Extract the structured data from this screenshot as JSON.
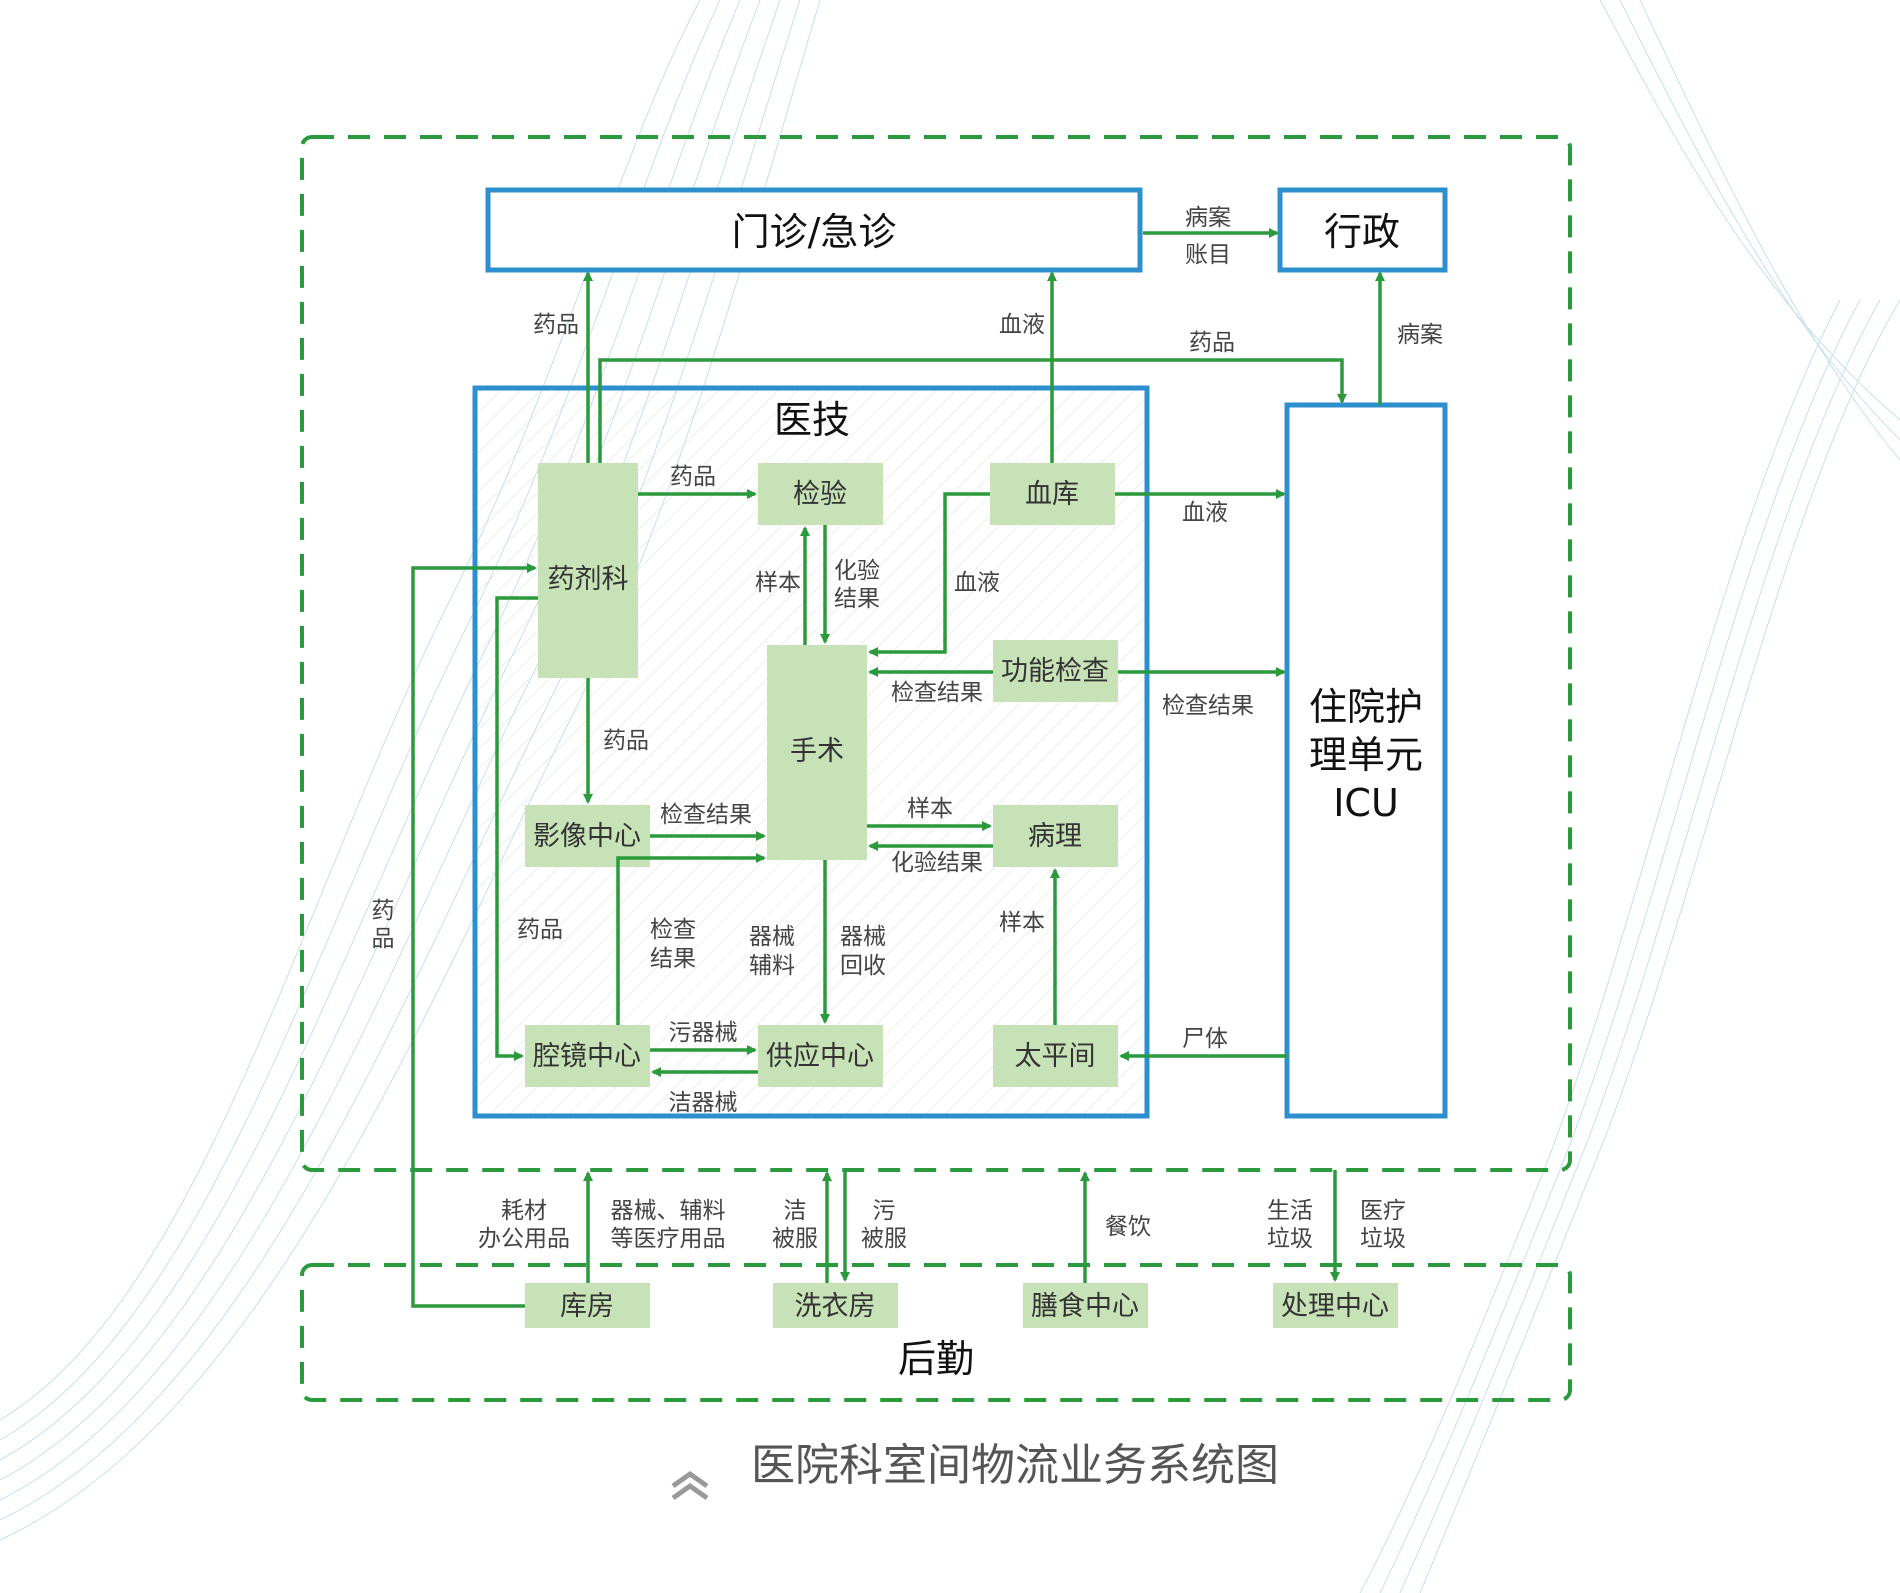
{
  "regions": {
    "hospital_dashed": "",
    "yiji": "医技",
    "houqin": "后勤"
  },
  "nodes": {
    "menzhen": "门诊/急诊",
    "xingzheng": "行政",
    "zhuyuan_line1": "住院护",
    "zhuyuan_line2": "理单元",
    "zhuyuan_line3": "ICU",
    "yaojike": "药剂科",
    "jianyan": "检验",
    "xueku": "血库",
    "shoushu": "手术",
    "gongneng": "功能检查",
    "yingxiang": "影像中心",
    "bingli": "病理",
    "qiangjing": "腔镜中心",
    "gongying": "供应中心",
    "taipingjian": "太平间",
    "kufang": "库房",
    "xiyifang": "洗衣房",
    "shanshi": "膳食中心",
    "chuli": "处理中心"
  },
  "edges": {
    "bingan_1": "病案",
    "zhangmu": "账目",
    "yaopin_menzhen": "药品",
    "xueye_menzhen": "血液",
    "yaopin_zhuyuan": "药品",
    "bingan_2": "病案",
    "yaopin_jianyan": "药品",
    "xueye_zhuyuan": "血液",
    "yangben_1": "样本",
    "huayan_1a": "化验",
    "huayan_1b": "结果",
    "xueye_shoushu": "血液",
    "jiancha_gongneng": "检查结果",
    "jiancha_zhuyuan": "检查结果",
    "yaopin_yingxiang": "药品",
    "jiancha_yingxiang": "检查结果",
    "yangben_2": "样本",
    "huayan_2": "化验结果",
    "yaopin_side_a": "药",
    "yaopin_side_b": "品",
    "yaopin_qiangjing": "药品",
    "jiancha_q_a": "检查",
    "jiancha_q_b": "结果",
    "qixie_fuliao_a": "器械",
    "qixie_fuliao_b": "辅料",
    "qixie_huishou_a": "器械",
    "qixie_huishou_b": "回收",
    "yangben_3": "样本",
    "wuqixie": "污器械",
    "jieqixie": "洁器械",
    "shiti": "尸体",
    "haocai_a": "耗材",
    "haocai_b": "办公用品",
    "qixie_fl_a": "器械、辅料",
    "qixie_fl_b": "等医疗用品",
    "jie_a": "洁",
    "jie_b": "被服",
    "wu_a": "污",
    "wu_b": "被服",
    "canyin": "餐饮",
    "shenghuo_a": "生活",
    "shenghuo_b": "垃圾",
    "yiliao_a": "医疗",
    "yiliao_b": "垃圾"
  },
  "caption": "医院科室间物流业务系统图",
  "colors": {
    "blue_box": "#2e8fcf",
    "green_arrow": "#2a9a3c",
    "node_fill": "#c7e2b6",
    "dashed_green": "#2a9a3c",
    "bg_lines": "#b9d8e8"
  }
}
